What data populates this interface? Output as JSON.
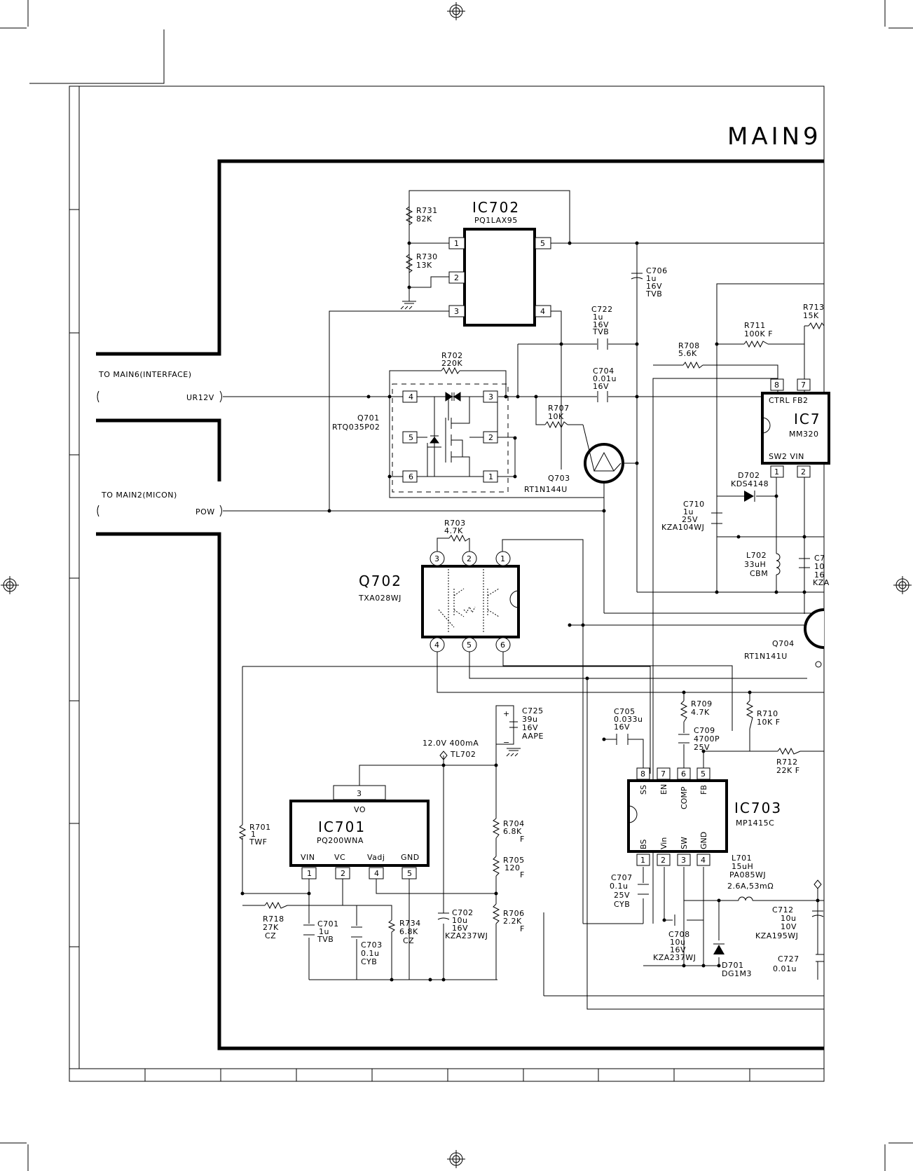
{
  "title": "MAIN9",
  "connectors": {
    "main6": "TO MAIN6(INTERFACE)",
    "ur12v": "UR12V",
    "main2": "TO MAIN2(MICON)",
    "pow": "POW"
  },
  "ic702": {
    "ref": "IC702",
    "part": "PQ1LAX95",
    "pins": [
      "1",
      "2",
      "3",
      "4",
      "5"
    ]
  },
  "ic701": {
    "ref": "IC701",
    "part": "PQ200WNA",
    "vo": "VO",
    "pins": [
      "1",
      "2",
      "4",
      "5",
      "3"
    ],
    "pinlabels": [
      "VIN",
      "VC",
      "Vadj",
      "GND"
    ]
  },
  "ic703": {
    "ref": "IC703",
    "part": "MP1415C",
    "top_pins": [
      "8",
      "7",
      "6",
      "5"
    ],
    "top_labels": [
      "SS",
      "EN",
      "COMP",
      "FB"
    ],
    "bot_pins": [
      "1",
      "2",
      "3",
      "4"
    ],
    "bot_labels": [
      "BS",
      "Vin",
      "SW",
      "GND"
    ]
  },
  "ic704": {
    "ref": "IC7",
    "part": "MM320",
    "pins": [
      "8",
      "7",
      "1",
      "2"
    ],
    "labels": [
      "CTRL FB2",
      "SW2  VIN"
    ]
  },
  "q701": {
    "ref": "Q701",
    "part": "RTQ035P02",
    "pins": [
      "4",
      "3",
      "5",
      "2",
      "6",
      "1"
    ]
  },
  "q702": {
    "ref": "Q702",
    "part": "TXA028WJ",
    "pins": [
      "3",
      "2",
      "1",
      "4",
      "5",
      "6"
    ]
  },
  "q703": {
    "ref": "Q703",
    "part": "RT1N144U"
  },
  "q704": {
    "ref": "Q704",
    "part": "RT1N141U"
  },
  "tl702": {
    "ref": "TL702",
    "spec": "12.0V  400mA"
  },
  "components": {
    "r731": [
      "R731",
      "82K"
    ],
    "r730": [
      "R730",
      "13K"
    ],
    "c706": [
      "C706",
      "1u",
      "16V",
      "TVB"
    ],
    "c722": [
      "C722",
      "1u",
      "16V",
      "TVB"
    ],
    "r702": [
      "R702",
      "220K"
    ],
    "c704": [
      "C704",
      "0.01u",
      "16V"
    ],
    "r707": [
      "R707",
      "10K"
    ],
    "r708": [
      "R708",
      "5.6K"
    ],
    "r711": [
      "R711",
      "100K  F"
    ],
    "r713": [
      "R713",
      "15K"
    ],
    "d702": [
      "D702",
      "KDS4148"
    ],
    "c710": [
      "C710",
      "1u",
      "25V",
      "KZA104WJ"
    ],
    "l702": [
      "L702",
      "33uH",
      "CBM"
    ],
    "c7xx": [
      "C7",
      "10",
      "16",
      "KZA"
    ],
    "r703": [
      "R703",
      "4.7K"
    ],
    "c725": [
      "C725",
      "39u",
      "16V",
      "AAPE"
    ],
    "c705": [
      "C705",
      "0.033u",
      "16V"
    ],
    "r709": [
      "R709",
      "4.7K"
    ],
    "c709": [
      "C709",
      "4700P",
      "25V"
    ],
    "r710": [
      "R710",
      "10K  F"
    ],
    "r712": [
      "R712",
      "22K  F"
    ],
    "r701": [
      "R701",
      "1",
      "TWF"
    ],
    "r704": [
      "R704",
      "6.8K",
      "F"
    ],
    "r705": [
      "R705",
      "120",
      "F"
    ],
    "r706": [
      "R706",
      "2.2K",
      "F"
    ],
    "r718": [
      "R718",
      "27K",
      "CZ"
    ],
    "c701": [
      "C701",
      "1u",
      "TVB"
    ],
    "c703": [
      "C703",
      "0.1u",
      "CYB"
    ],
    "r734": [
      "R734",
      "6.8K",
      "CZ"
    ],
    "c702": [
      "C702",
      "10u",
      "16V",
      "KZA237WJ"
    ],
    "c707": [
      "C707",
      "0.1u",
      "25V",
      "CYB"
    ],
    "c708": [
      "C708",
      "10u",
      "16V",
      "KZA237WJ"
    ],
    "l701": [
      "L701",
      "15uH",
      "PA085WJ",
      "2.6A,53mΩ"
    ],
    "d701": [
      "D701",
      "DG1M3"
    ],
    "c712": [
      "C712",
      "10u",
      "10V",
      "KZA195WJ"
    ],
    "c727": [
      "C727",
      "0.01u"
    ]
  },
  "colors": {
    "ink": "#000000",
    "paper": "#ffffff"
  }
}
